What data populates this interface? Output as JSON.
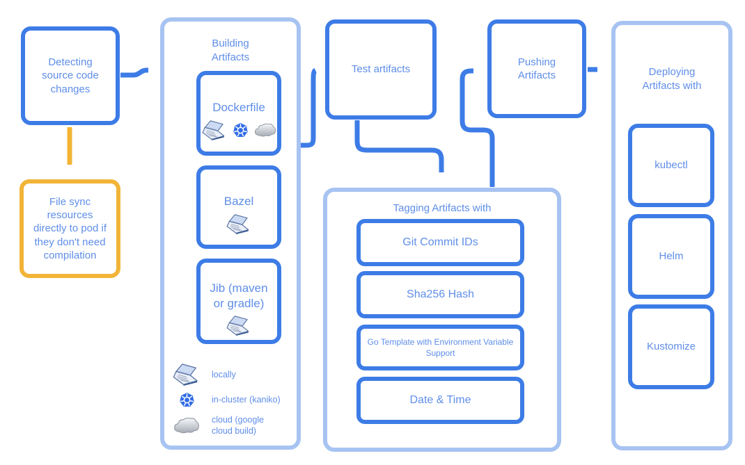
{
  "palette": {
    "accent_blue": "#3d7ce6",
    "container_light_blue": "#a7c3f2",
    "text_blue": "#5f8ee8",
    "accent_yellow": "#f2b437",
    "kubernetes_blue": "#326de6"
  },
  "flow": {
    "detecting": {
      "label": "Detecting\nsource code\nchanges"
    },
    "file_sync": {
      "label": "File sync\nresources\ndirectly to pod if\nthey don't need\ncompilation"
    },
    "building": {
      "title": "Building\nArtifacts",
      "items": [
        {
          "label": "Dockerfile",
          "icons": [
            "laptop",
            "kubernetes",
            "cloud"
          ]
        },
        {
          "label": "Bazel",
          "icons": [
            "laptop"
          ]
        },
        {
          "label": "Jib (maven\nor gradle)",
          "icons": [
            "laptop"
          ]
        }
      ],
      "legend": [
        {
          "icon": "laptop",
          "label": "locally"
        },
        {
          "icon": "kubernetes",
          "label": "in-cluster (kaniko)"
        },
        {
          "icon": "cloud",
          "label": "cloud (google\ncloud build)"
        }
      ]
    },
    "test": {
      "label": "Test artifacts"
    },
    "tagging": {
      "title": "Tagging Artifacts with",
      "items": [
        {
          "label": "Git Commit IDs"
        },
        {
          "label": "Sha256 Hash"
        },
        {
          "label": "Go Template with Environment Variable\nSupport"
        },
        {
          "label": "Date & Time"
        }
      ]
    },
    "pushing": {
      "label": "Pushing\nArtifacts"
    },
    "deploying": {
      "title": "Deploying\nArtifacts with",
      "items": [
        {
          "label": "kubectl"
        },
        {
          "label": "Helm"
        },
        {
          "label": "Kustomize"
        }
      ]
    }
  }
}
